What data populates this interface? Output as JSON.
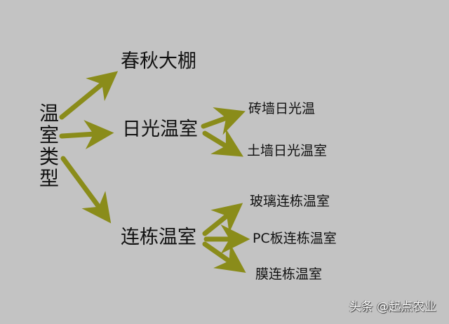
{
  "root": {
    "label": "温室类型"
  },
  "branches": [
    {
      "label": "春秋大棚",
      "children": []
    },
    {
      "label": "日光温室",
      "children": [
        {
          "label": "砖墙日光温"
        },
        {
          "label": "土墙日光温室"
        }
      ]
    },
    {
      "label": "连栋温室",
      "children": [
        {
          "label": "玻璃连栋温室"
        },
        {
          "label": "PC板连栋温室"
        },
        {
          "label": "膜连栋温室"
        }
      ]
    }
  ],
  "watermark": "头条 @起点农业",
  "colors": {
    "background": "#c3c3c3",
    "arrow": "#8a8c1a",
    "text": "#111111"
  }
}
